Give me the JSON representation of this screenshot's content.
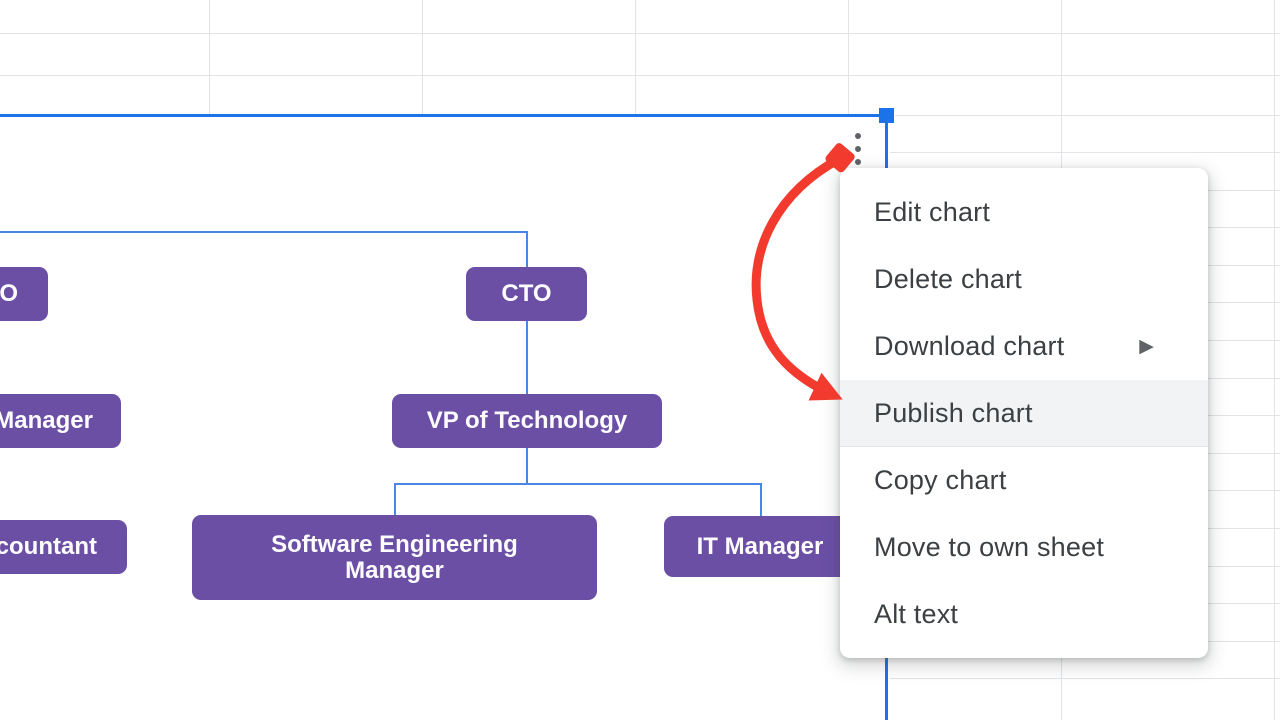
{
  "colors": {
    "node_purple": "#6b4fa5",
    "connector_blue": "#4a86e8",
    "selection_blue": "#1a73e8",
    "gridline_gray": "#e1e3e6",
    "menu_text": "#3c4043",
    "menu_highlight_bg": "#f1f3f4",
    "annotation_red": "#f23a2e"
  },
  "org_chart": {
    "type": "org-chart-diagram",
    "nodes": [
      {
        "id": "left-top",
        "label": "O",
        "clipped_at_left_edge": true
      },
      {
        "id": "cto",
        "label": "CTO",
        "clipped_at_left_edge": false
      },
      {
        "id": "left-mid",
        "label": "Manager",
        "clipped_at_left_edge": true
      },
      {
        "id": "vp-tech",
        "label": "VP of Technology",
        "clipped_at_left_edge": false
      },
      {
        "id": "left-bottom",
        "label": "countant",
        "clipped_at_left_edge": true
      },
      {
        "id": "sem",
        "label": "Software Engineering Manager",
        "clipped_at_left_edge": false
      },
      {
        "id": "it-mgr",
        "label": "IT Manager",
        "clipped_at_left_edge": false
      }
    ],
    "visible_edges": [
      "top bracket to CTO",
      "CTO to VP of Technology",
      "VP of Technology to Software Engineering Manager",
      "VP of Technology to IT Manager"
    ]
  },
  "context_menu": {
    "items": [
      {
        "label": "Edit chart",
        "submenu": false,
        "highlighted": false
      },
      {
        "label": "Delete chart",
        "submenu": false,
        "highlighted": false
      },
      {
        "label": "Download chart",
        "submenu": true,
        "highlighted": false
      },
      {
        "label": "Publish chart",
        "submenu": false,
        "highlighted": true
      },
      {
        "label": "Copy chart",
        "submenu": false,
        "highlighted": false
      },
      {
        "label": "Move to own sheet",
        "submenu": false,
        "highlighted": false
      },
      {
        "label": "Alt text",
        "submenu": false,
        "highlighted": false
      }
    ]
  },
  "icons": {
    "kebab": "three-dot chart options",
    "submenu_arrow": "▶"
  },
  "annotation": {
    "shape": "red curved arrow",
    "points_to": "Publish chart"
  }
}
